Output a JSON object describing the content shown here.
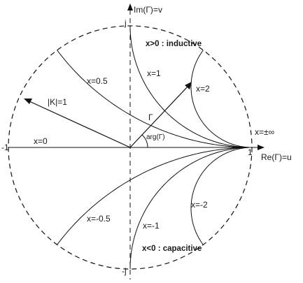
{
  "labels": {
    "im_axis": "Im(Γ)=v",
    "re_axis": "Re(Γ)=u",
    "top_j": "j",
    "bottom_minus_j": "-j",
    "left_minus_one": "-1",
    "right_one": "1",
    "x_infinity": "x=±∞",
    "inductive": "x>0 : inductive",
    "capacitive": "x<0 : capacitive",
    "x_0": "x=0",
    "x_0_5": "x=0.5",
    "x_1": "x=1",
    "x_2": "x=2",
    "x_minus_0_5": "x=-0.5",
    "x_minus_1": "x=-1",
    "x_minus_2": "x=-2",
    "mag_k": "|K|=1",
    "gamma": "Γ",
    "arg_gamma": "arg(Γ)"
  },
  "reactance_curves": [
    {
      "label": "x=0.5",
      "x": 0.5
    },
    {
      "label": "x=1",
      "x": 1
    },
    {
      "label": "x=2",
      "x": 2
    },
    {
      "label": "x=-0.5",
      "x": -0.5
    },
    {
      "label": "x=-1",
      "x": -1
    },
    {
      "label": "x=-2",
      "x": -2
    }
  ]
}
